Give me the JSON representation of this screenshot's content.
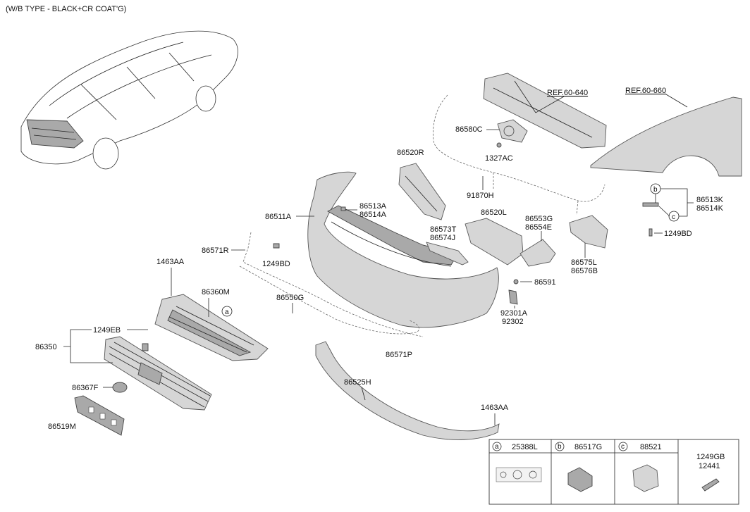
{
  "header": {
    "title": "(W/B TYPE - BLACK+CR COAT'G)"
  },
  "refs": {
    "ref_1": "REF.60-640",
    "ref_2": "REF.60-660"
  },
  "labels": {
    "p86580C": "86580C",
    "p1327AC": "1327AC",
    "p86520R": "86520R",
    "p91870H": "91870H",
    "p86513A": "86513A",
    "p86514A": "86514A",
    "p86511A": "86511A",
    "p86573T": "86573T",
    "p86574J": "86574J",
    "p86520L": "86520L",
    "p86553G": "86553G",
    "p86554E": "86554E",
    "p86575L": "86575L",
    "p86576B": "86576B",
    "p86513K": "86513K",
    "p86514K": "86514K",
    "p1249BD_r": "1249BD",
    "p86571R": "86571R",
    "p1249BD_l": "1249BD",
    "p1463AA_t": "1463AA",
    "p86360M": "86360M",
    "p86550G": "86550G",
    "p86591": "86591",
    "p92301A": "92301A",
    "p92302": "92302",
    "p1249EB": "1249EB",
    "p86350": "86350",
    "p86571P": "86571P",
    "p86367F": "86367F",
    "p86525H": "86525H",
    "p86519M": "86519M",
    "p1463AA_b": "1463AA"
  },
  "callouts": {
    "a": "a",
    "b": "b",
    "c": "c"
  },
  "legend": {
    "cells": [
      {
        "letter": "a",
        "part": "25388L"
      },
      {
        "letter": "b",
        "part": "86517G"
      },
      {
        "letter": "c",
        "part": "88521"
      },
      {
        "letter": "",
        "part": "1249GB",
        "part2": "12441"
      }
    ]
  }
}
